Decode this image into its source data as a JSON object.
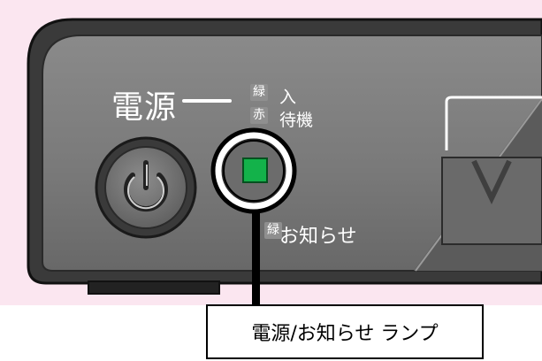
{
  "device_panel": {
    "power_label": "電源",
    "badge_green": "緑",
    "badge_red": "赤",
    "badge_notice": "緑",
    "label_on": "入",
    "label_standby": "待機",
    "label_notice": "お知らせ"
  },
  "callout": {
    "text": "電源/お知らせ ランプ"
  },
  "colors": {
    "background_pink": "#fbe6f0",
    "panel_gray": "#7e7e7e",
    "led_green": "#13b24a"
  },
  "icons": {
    "power_button": "power-icon"
  }
}
